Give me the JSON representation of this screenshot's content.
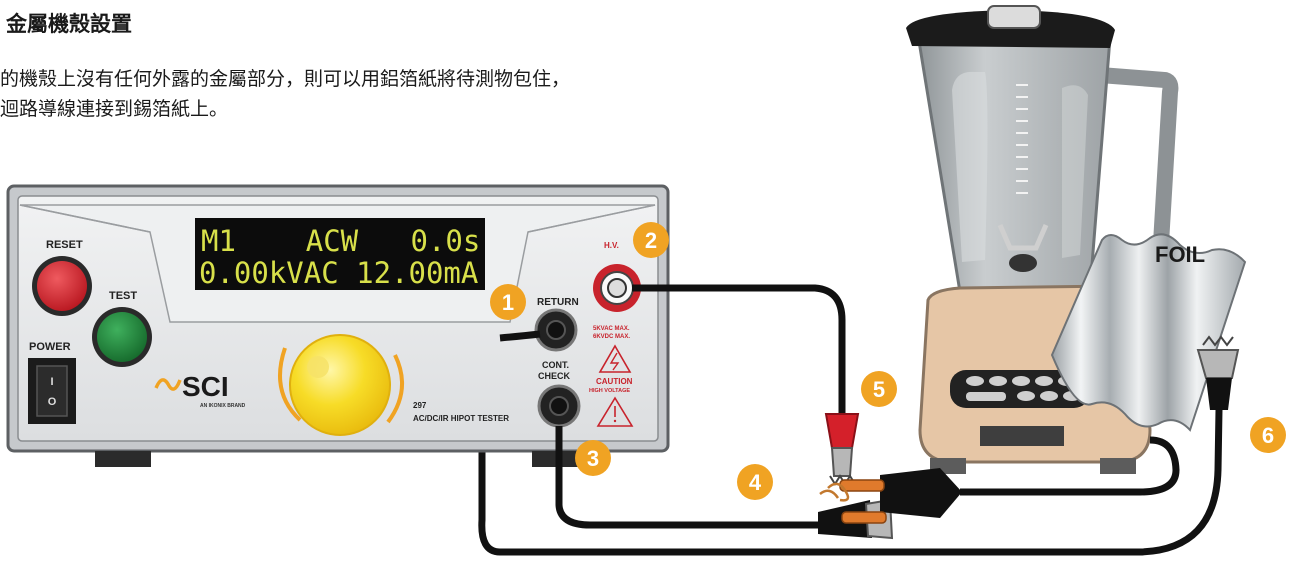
{
  "heading": "金屬機殼設置",
  "description": [
    "的機殼上沒有任何外露的金屬部分，則可以用鋁箔紙將待測物包住，",
    "迴路導線連接到錫箔紙上。"
  ],
  "tester": {
    "display_line1": "M1    ACW   0.0s",
    "display_line2": "0.00kVAC 12.00mA",
    "reset_label": "RESET",
    "test_label": "TEST",
    "power_label": "POWER",
    "power_on_symbol": "I",
    "power_off_symbol": "O",
    "brand": "SCI",
    "brand_sub": "AN IKONIX BRAND",
    "model_number": "297",
    "model_name": "AC/DC/IR HIPOT TESTER",
    "return_label": "RETURN",
    "hv_label": "H.V.",
    "hv_rating_1": "5KVAC MAX.",
    "hv_rating_2": "6KVDC MAX.",
    "cont_label_1": "CONT.",
    "cont_label_2": "CHECK",
    "caution_label": "CAUTION",
    "caution_sub": "HIGH VOLTAGE"
  },
  "foil_label": "FOIL",
  "markers": [
    "1",
    "2",
    "3",
    "4",
    "5",
    "6"
  ],
  "colors": {
    "marker": "#f0a323",
    "display_bg": "#0c0c0c",
    "display_text": "#d8e04a",
    "reset": "#c8232c",
    "test": "#1f8a3a",
    "knob": "#f5d21c",
    "hv_red": "#c8232c",
    "blender_base": "#e6c6a6"
  }
}
